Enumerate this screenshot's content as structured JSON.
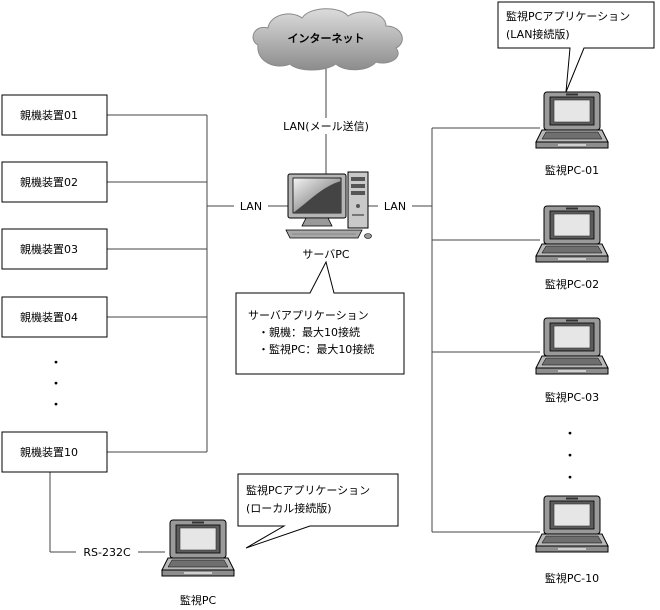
{
  "internet": {
    "label": "インターネット"
  },
  "lan_mail": {
    "label": "LAN(メール送信)"
  },
  "server": {
    "label": "サーバPC"
  },
  "lan_left": {
    "label": "LAN"
  },
  "lan_right": {
    "label": "LAN"
  },
  "parent_devices": [
    {
      "label": "親機装置01"
    },
    {
      "label": "親機装置02"
    },
    {
      "label": "親機装置03"
    },
    {
      "label": "親機装置04"
    },
    {
      "label": "親機装置10"
    }
  ],
  "vertical_dots": "・",
  "server_app": {
    "title": "サーバアプリケーション",
    "line1": "・親機：最大10接続",
    "line2": "・監視PC：最大10接続"
  },
  "monitor_app_lan": {
    "line1": "監視PCアプリケーション",
    "line2": "(LAN接続版)"
  },
  "monitor_app_local": {
    "line1": "監視PCアプリケーション",
    "line2": "(ローカル接続版)"
  },
  "rs232c": {
    "label": "RS-232C"
  },
  "monitor_pcs": [
    {
      "label": "監視PC-01"
    },
    {
      "label": "監視PC-02"
    },
    {
      "label": "監視PC-03"
    },
    {
      "label": "監視PC-10"
    }
  ],
  "local_pc": {
    "label": "監視PC"
  }
}
